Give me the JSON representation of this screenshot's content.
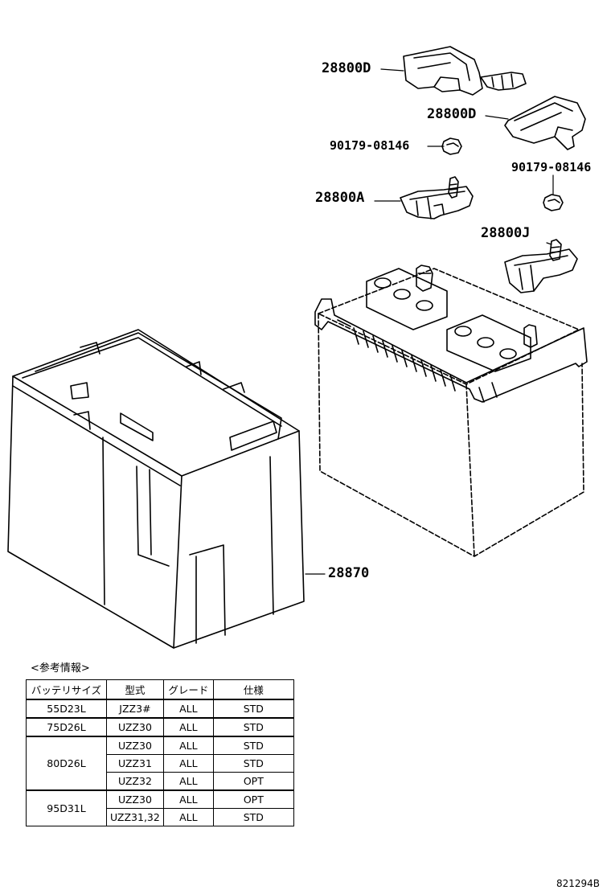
{
  "callouts": {
    "cover_upper": "28800D",
    "cover_lower": "28800D",
    "nut_left": "90179-08146",
    "nut_right": "90179-08146",
    "clamp_neg": "28800A",
    "clamp_pos": "28800J",
    "box": "28870"
  },
  "reference": {
    "title": "<参考情報>",
    "headers": [
      "バッテリサイズ",
      "型式",
      "グレード",
      "仕様"
    ],
    "groups": [
      {
        "size": "55D23L",
        "rows": [
          {
            "model": "JZZ3#",
            "grade": "ALL",
            "spec": "STD"
          }
        ]
      },
      {
        "size": "75D26L",
        "rows": [
          {
            "model": "UZZ30",
            "grade": "ALL",
            "spec": "STD"
          }
        ]
      },
      {
        "size": "80D26L",
        "rows": [
          {
            "model": "UZZ30",
            "grade": "ALL",
            "spec": "STD"
          },
          {
            "model": "UZZ31",
            "grade": "ALL",
            "spec": "STD"
          },
          {
            "model": "UZZ32",
            "grade": "ALL",
            "spec": "OPT"
          }
        ]
      },
      {
        "size": "95D31L",
        "rows": [
          {
            "model": "UZZ30",
            "grade": "ALL",
            "spec": "OPT"
          },
          {
            "model": "UZZ31,32",
            "grade": "ALL",
            "spec": "STD"
          }
        ]
      }
    ]
  },
  "drawing_code": "821294B"
}
